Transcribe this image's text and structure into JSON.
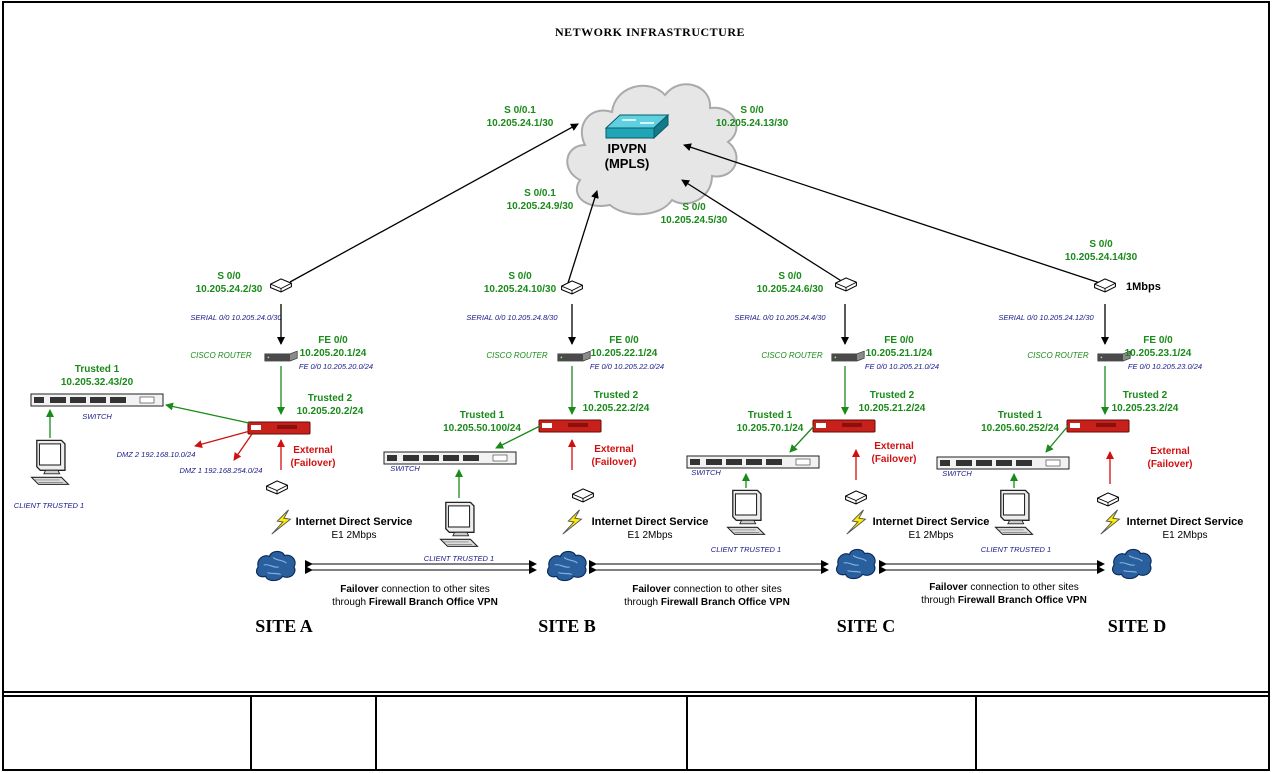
{
  "title": "NETWORK INFRASTRUCTURE",
  "cloud": {
    "line1": "IPVPN",
    "line2": "(MPLS)"
  },
  "wan_labels": {
    "a_top": {
      "intf": "S 0/0.1",
      "ip": "10.205.24.1/30"
    },
    "b_top": {
      "intf": "S 0/0.1",
      "ip": "10.205.24.9/30"
    },
    "c_top": {
      "intf": "S 0/0",
      "ip": "10.205.24.5/30"
    },
    "d_top": {
      "intf": "S 0/0",
      "ip": "10.205.24.13/30"
    }
  },
  "extra": {
    "bandwidth": "1Mbps"
  },
  "common": {
    "cisco_router": "CISCO ROUTER",
    "switch": "SWITCH",
    "client": "CLIENT TRUSTED 1",
    "trusted1": "Trusted 1",
    "trusted2": "Trusted 2",
    "external": "External",
    "failover": "(Failover)",
    "internet": "Internet Direct Service",
    "e1": "E1 2Mbps",
    "fe00": "FE 0/0",
    "s00": "S 0/0"
  },
  "sites": [
    {
      "name": "SITE A",
      "s00_ip": "10.205.24.2/30",
      "serial": "SERIAL 0/0 10.205.24.0/30",
      "fe_ip": "10.205.20.1/24",
      "fe_net": "FE 0/0 10.205.20.0/24",
      "t2_ip": "10.205.20.2/24",
      "t1_ip": "10.205.32.43/20",
      "dmz2": "DMZ 2 192.168.10.0/24",
      "dmz1": "DMZ 1 192.168.254.0/24"
    },
    {
      "name": "SITE B",
      "s00_ip": "10.205.24.10/30",
      "serial": "SERIAL 0/0 10.205.24.8/30",
      "fe_ip": "10.205.22.1/24",
      "fe_net": "FE 0/0 10.205.22.0/24",
      "t2_ip": "10.205.22.2/24",
      "t1_ip": "10.205.50.100/24"
    },
    {
      "name": "SITE C",
      "s00_ip": "10.205.24.6/30",
      "serial": "SERIAL 0/0 10.205.24.4/30",
      "fe_ip": "10.205.21.1/24",
      "fe_net": "FE 0/0 10.205.21.0/24",
      "t2_ip": "10.205.21.2/24",
      "t1_ip": "10.205.70.1/24"
    },
    {
      "name": "SITE D",
      "s00_ip": "10.205.24.14/30",
      "serial": "SERIAL 0/0 10.205.24.12/30",
      "fe_ip": "10.205.23.1/24",
      "fe_net": "FE 0/0 10.205.23.0/24",
      "t2_ip": "10.205.23.2/24",
      "t1_ip": "10.205.60.252/24"
    }
  ],
  "failover": {
    "prefix": "Failover",
    "mid": " connection to other sites",
    "line2": "through ",
    "bold2": "Firewall Branch Office VPN"
  },
  "colors": {
    "green": "#1a8a1a",
    "red": "#d01010",
    "blue": "#1a1a8a",
    "cloud": "#e6e6e6",
    "firewall": "#c8201a",
    "switch_vpn": "#1fa5b5",
    "globe": "#2a5f9e"
  }
}
